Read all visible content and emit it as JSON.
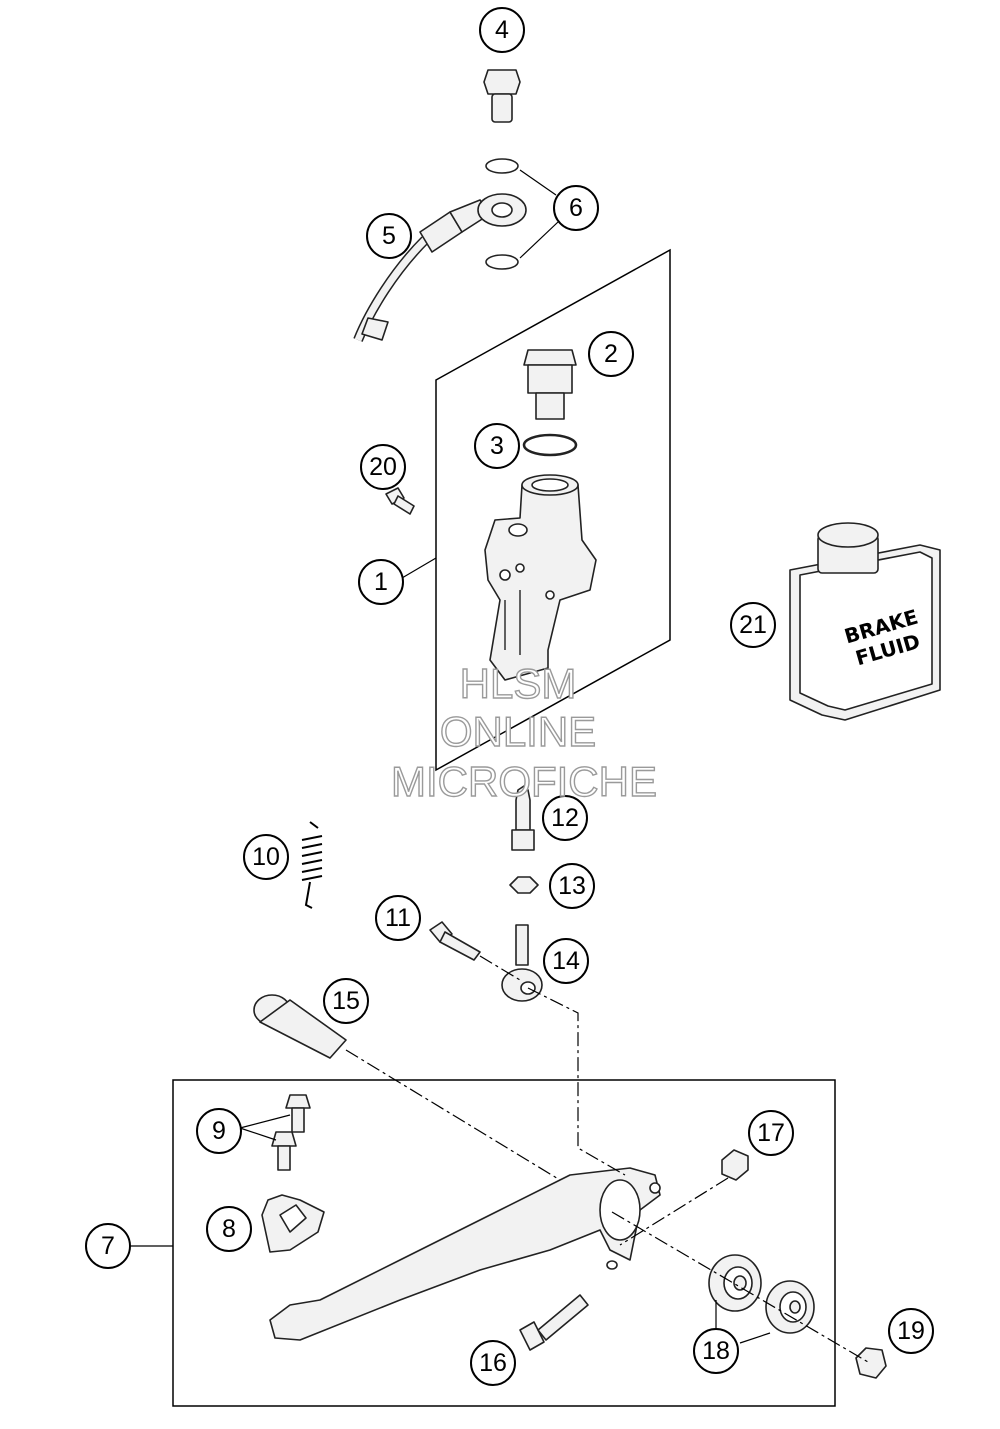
{
  "callouts": {
    "c1": "1",
    "c2": "2",
    "c3": "3",
    "c4": "4",
    "c5": "5",
    "c6": "6",
    "c7": "7",
    "c8": "8",
    "c9": "9",
    "c10": "10",
    "c11": "11",
    "c12": "12",
    "c13": "13",
    "c14": "14",
    "c15": "15",
    "c16": "16",
    "c17": "17",
    "c18": "18",
    "c19": "19",
    "c20": "20",
    "c21": "21"
  },
  "fluid_label": {
    "line1": "BRAKE",
    "line2": "FLUID"
  },
  "watermark": {
    "line1": "HLSM",
    "line2": "ONLINE",
    "line3": "MICROFICHE"
  },
  "colors": {
    "ink": "#000000",
    "part_fill": "#f2f2f2",
    "watermark": "#9a9a9a"
  }
}
